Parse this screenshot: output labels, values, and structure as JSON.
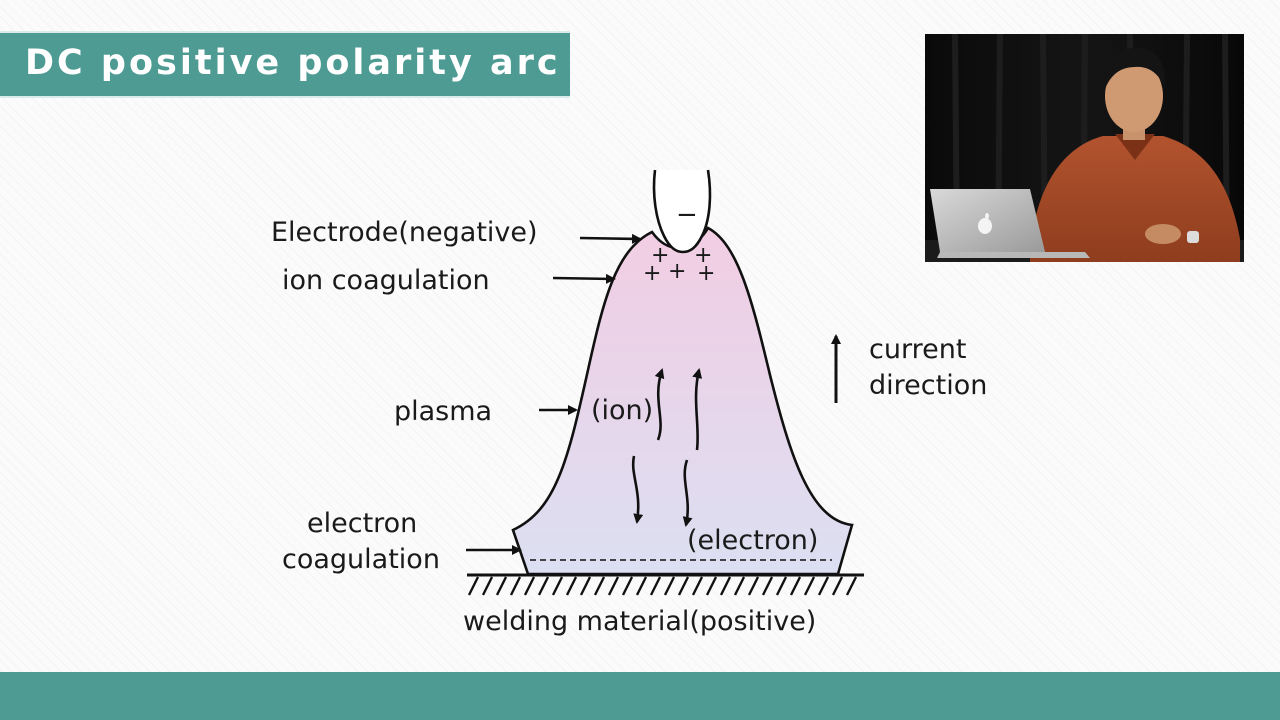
{
  "slide": {
    "title": "DC positive polarity arc"
  },
  "diagram": {
    "labels": {
      "electrode": "Electrode(negative)",
      "ion_coagulation": "ion coagulation",
      "plasma": "plasma",
      "electron_line1": "electron",
      "electron_line2": "coagulation",
      "welding_material": "welding material(positive)",
      "ion": "(ion)",
      "electron": "(electron)",
      "current_line1": "current",
      "current_line2": "direction",
      "minus_sign": "−",
      "plus_sign": "+"
    }
  },
  "video": {
    "laptop_logo": "apple-logo-icon"
  },
  "colors": {
    "accent": "#4e9b94",
    "plasma_top": "#f2cde3",
    "plasma_bottom": "#dcdff2"
  }
}
